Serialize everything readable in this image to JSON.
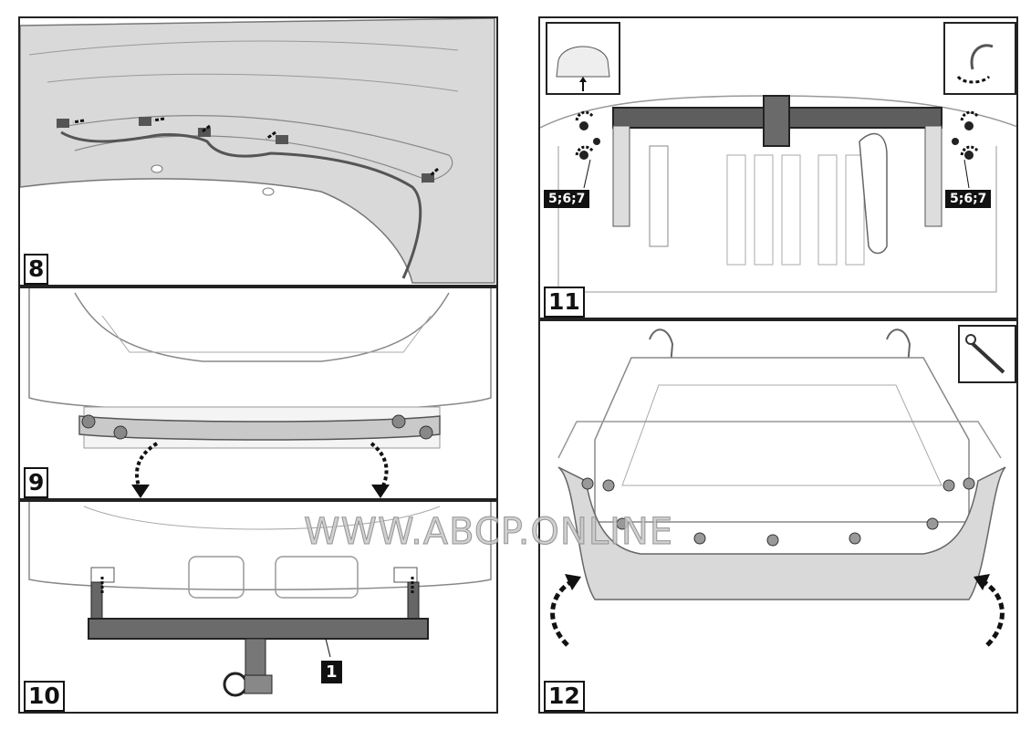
{
  "panels": {
    "p8": {
      "number": "8"
    },
    "p9": {
      "number": "9"
    },
    "p10": {
      "number": "10",
      "callout": "1"
    },
    "p11": {
      "number": "11",
      "callout_left": "5;6;7",
      "callout_right": "5;6;7"
    },
    "p12": {
      "number": "12"
    }
  },
  "watermark": "WWW.ABCP.ONLINE"
}
